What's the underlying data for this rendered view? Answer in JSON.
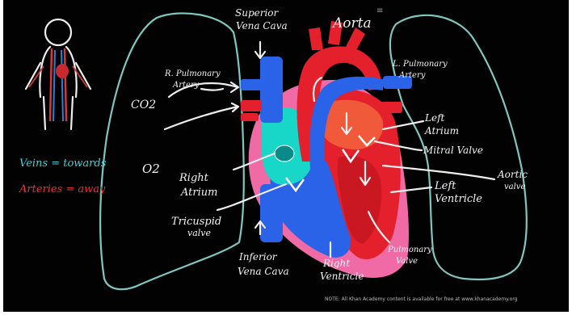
{
  "labels": {
    "superior_vena_cava": [
      "Superior",
      "Vena Cava"
    ],
    "aorta": "Aorta",
    "r_pulmonary_artery": [
      "R. Pulmonary",
      "Artery"
    ],
    "l_pulmonary_artery": [
      "L. Pulmonary",
      "Artery"
    ],
    "co2": "CO2",
    "o2": "O2",
    "left_atrium": [
      "Left",
      "Atrium"
    ],
    "mitral_valve": "Mitral Valve",
    "aortic_valve": [
      "Aortic",
      "valve"
    ],
    "left_ventricle": [
      "Left",
      "Ventricle"
    ],
    "right_atrium": [
      "Right",
      "Atrium"
    ],
    "tricuspid_valve": [
      "Tricuspid",
      "valve"
    ],
    "inferior_vena_cava": [
      "Inferior",
      "Vena Cava"
    ],
    "right_ventricle": [
      "Right",
      "Ventricle"
    ],
    "pulmonary_valve": [
      "Pulmonary",
      "Valve"
    ]
  },
  "legend": {
    "veins": "Veins = towards",
    "arteries": "Arteries = away"
  },
  "footer": "NOTE: All Khan Academy content is available for free at www.khanacademy.org",
  "top_mark": "≡",
  "colors": {
    "background": "#020202",
    "chalk": "#eeeeee",
    "lung_outline": "#7fc7c0",
    "deoxygenated": "#2a63e8",
    "oxygenated": "#e3202b",
    "right_atrium_fill": "#18d6c8",
    "pericardium": "#f06aa6",
    "legend_veins": "#3fd0d6",
    "legend_arteries": "#e8323a"
  },
  "icons": [
    "stick-figure-icon",
    "arrow-icon"
  ]
}
